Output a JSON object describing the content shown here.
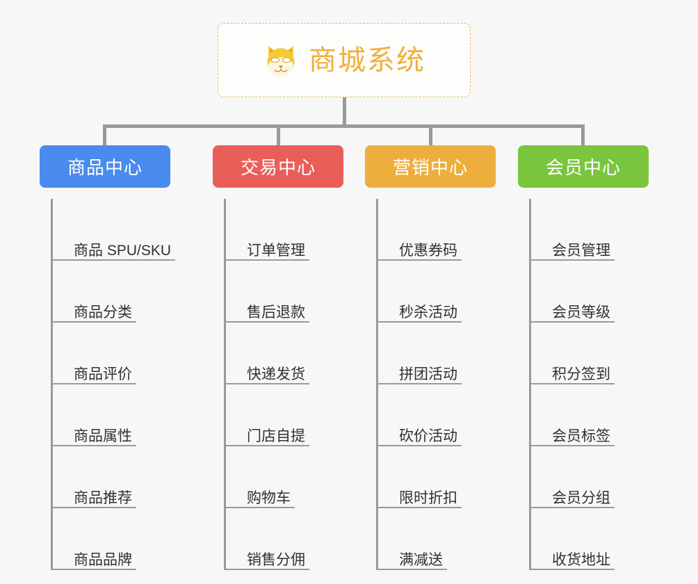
{
  "root": {
    "title": "商城系统",
    "icon": "shiba-dog-icon",
    "border_color": "#e9b84e",
    "text_color": "#f0b03c"
  },
  "theme": {
    "background": "#f7f7f7",
    "line_color": "#999999",
    "leaf_text_color": "#303133",
    "leaf_underline_color": "#9a9a9a"
  },
  "columns": [
    {
      "title": "商品中心",
      "color": "#4a8bef",
      "items": [
        "商品 SPU/SKU",
        "商品分类",
        "商品评价",
        "商品属性",
        "商品推荐",
        "商品品牌"
      ]
    },
    {
      "title": "交易中心",
      "color": "#e95f58",
      "items": [
        "订单管理",
        "售后退款",
        "快递发货",
        "门店自提",
        "购物车",
        "销售分佣"
      ]
    },
    {
      "title": "营销中心",
      "color": "#edae3e",
      "items": [
        "优惠券码",
        "秒杀活动",
        "拼团活动",
        "砍价活动",
        "限时折扣",
        "满减送"
      ]
    },
    {
      "title": "会员中心",
      "color": "#79c63e",
      "items": [
        "会员管理",
        "会员等级",
        "积分签到",
        "会员标签",
        "会员分组",
        "收货地址"
      ]
    }
  ]
}
